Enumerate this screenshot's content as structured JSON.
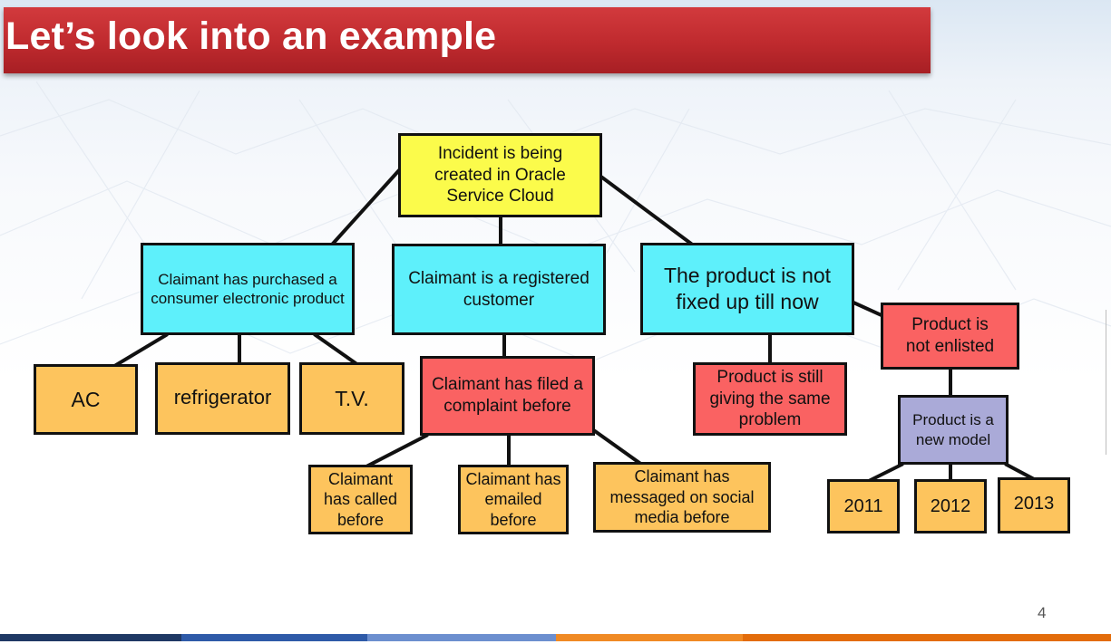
{
  "title": "Let’s look into an example",
  "page_number": "4",
  "colors": {
    "title_bar": "#c0292d",
    "yellow": "#fbfb4b",
    "cyan": "#5ef0fb",
    "red": "#fa6262",
    "orange": "#fdc45d",
    "purple": "#aaaad8",
    "bottom_band": [
      "#1f3864",
      "#2e5aa8",
      "#6c8fcf",
      "#f08a24",
      "#e36c0a"
    ]
  },
  "diagram": {
    "root": "Incident is being created in Oracle Service Cloud",
    "branches": {
      "purchased": {
        "label": "Claimant has purchased a consumer electronic product",
        "children": [
          "AC",
          "refrigerator",
          "T.V."
        ]
      },
      "registered": {
        "label": "Claimant is a registered customer",
        "complaint": {
          "label": "Claimant has filed a complaint before",
          "children": [
            "Claimant has called before",
            "Claimant has emailed before",
            "Claimant has messaged on social media before"
          ]
        }
      },
      "not_fixed": {
        "label": "The product is not fixed up till now",
        "still_problem": "Product is still giving the same problem",
        "not_enlisted": {
          "label": "Product is not enlisted",
          "new_model": {
            "label": "Product is a new model",
            "children": [
              "2011",
              "2012",
              "2013"
            ]
          }
        }
      }
    }
  }
}
